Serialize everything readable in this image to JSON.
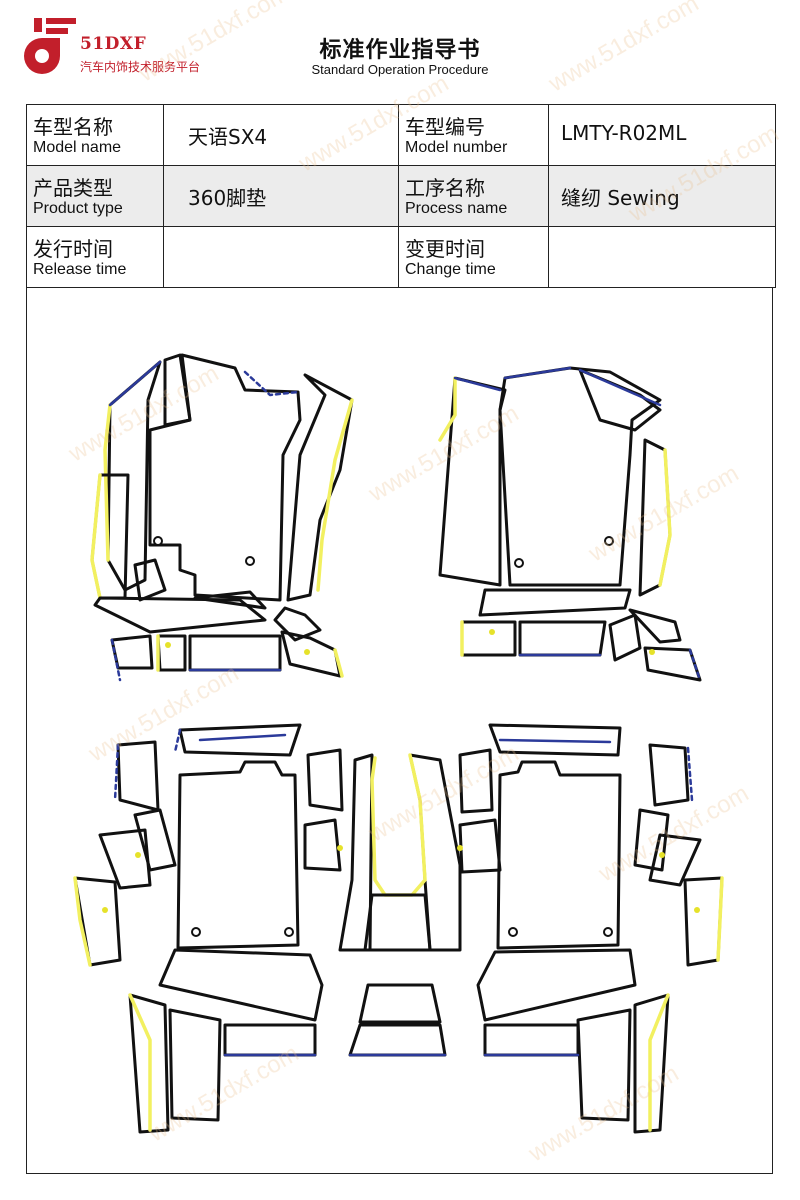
{
  "brand": {
    "name": "51DXF",
    "subtitle": "汽车内饰技术服务平台",
    "color": "#c21f2b"
  },
  "document": {
    "title": "标准作业指导书",
    "subtitle": "Standard Operation Procedure"
  },
  "info": {
    "model_name_cn": "车型名称",
    "model_name_en": "Model name",
    "model_name_value": "天语SX4",
    "model_number_cn": "车型编号",
    "model_number_en": "Model number",
    "model_number_value": "LMTY-R02ML",
    "product_type_cn": "产品类型",
    "product_type_en": "Product type",
    "product_type_value": "360脚垫",
    "process_name_cn": "工序名称",
    "process_name_en": "Process name",
    "process_name_value": "缝纫 Sewing",
    "release_time_cn": "发行时间",
    "release_time_en": "Release time",
    "release_time_value": "",
    "change_time_cn": "变更时间",
    "change_time_en": "Change time",
    "change_time_value": ""
  },
  "watermark_text": "www.51dxf.com",
  "colors": {
    "edge_yellow": "#f2f060",
    "edge_blue": "#2b3a9a",
    "outline": "#111111",
    "shade": "#ececec"
  }
}
